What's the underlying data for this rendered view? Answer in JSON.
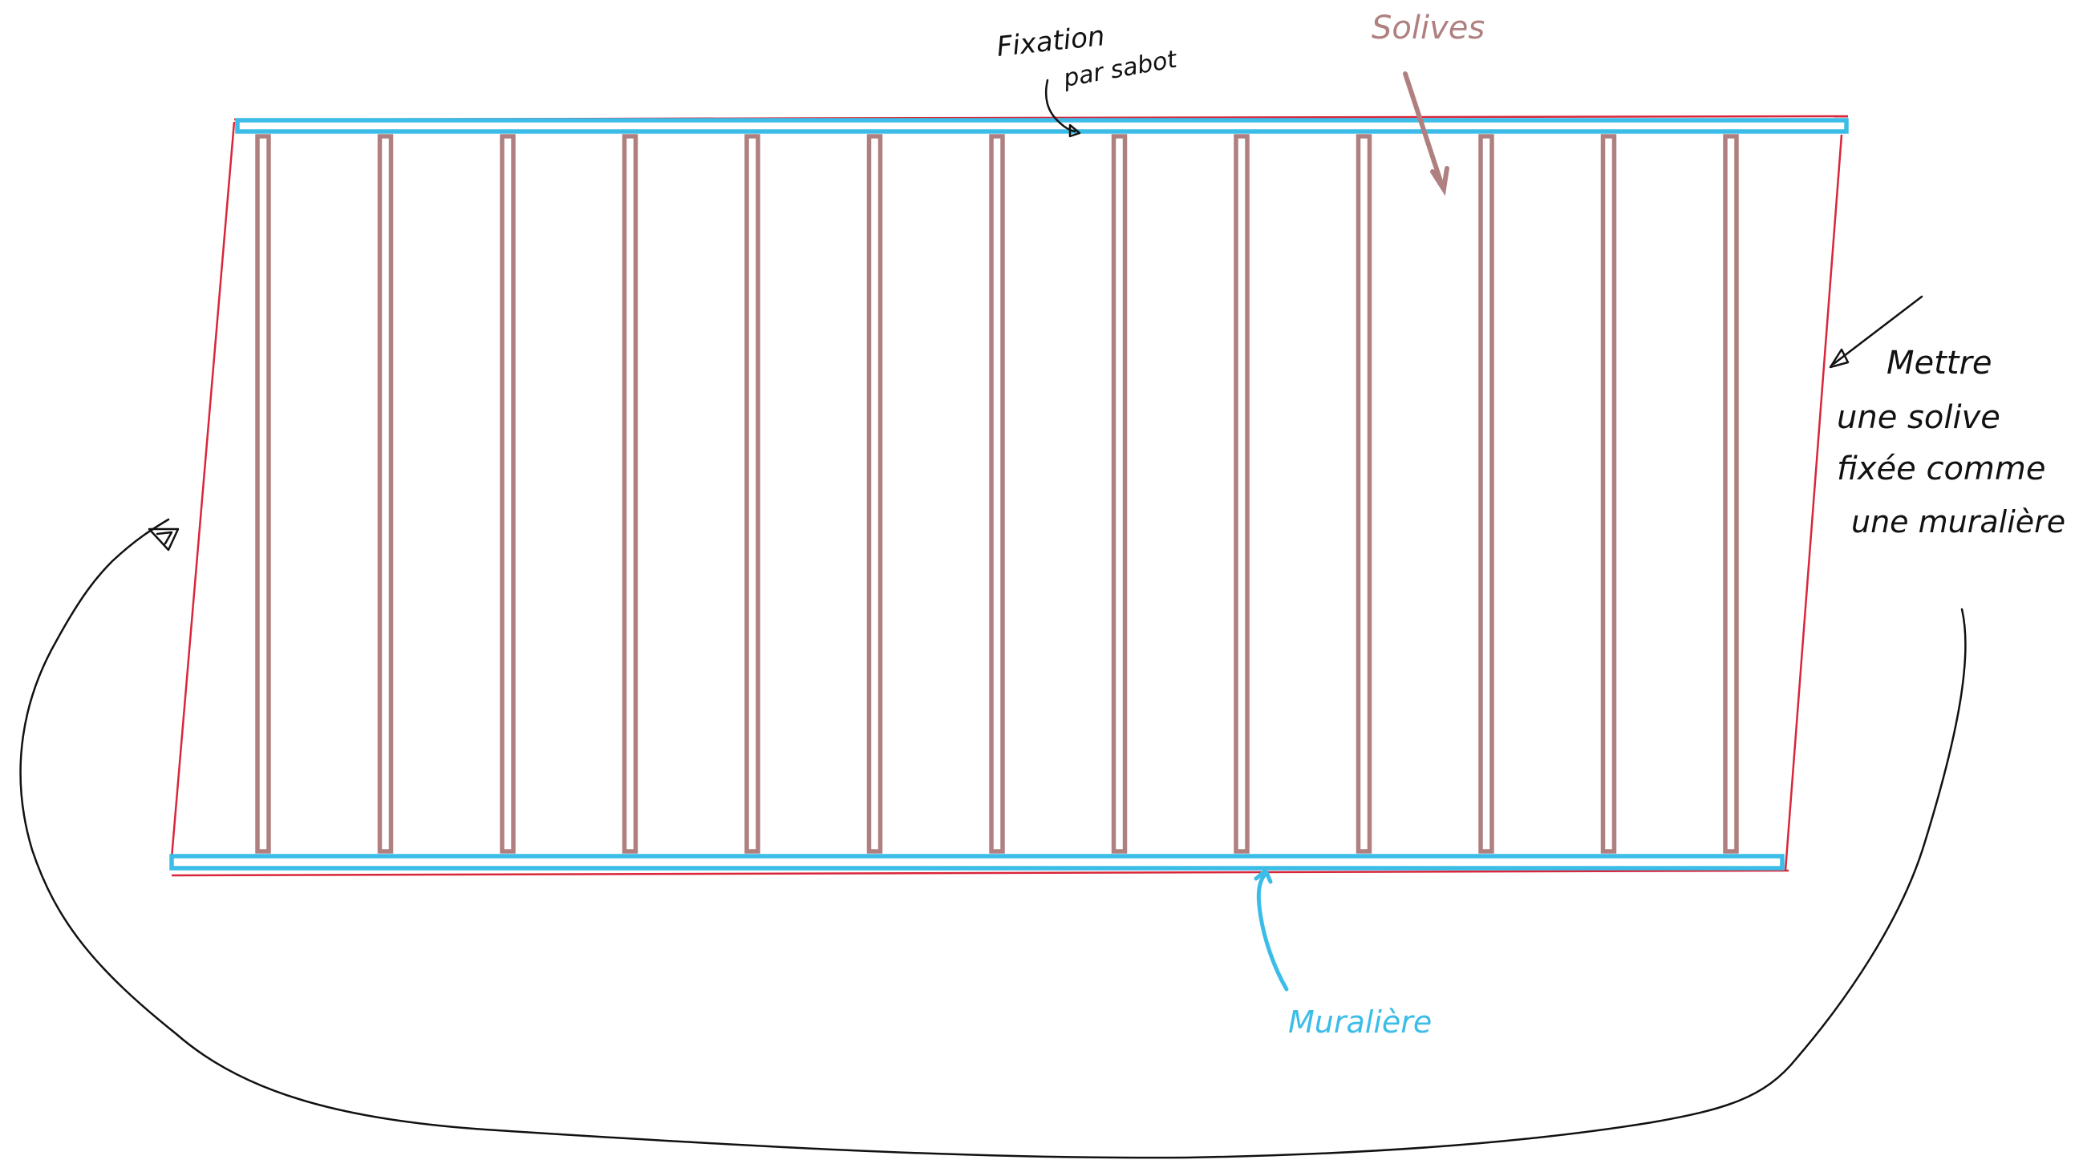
{
  "labels": {
    "fixing": {
      "line1": "Fixation",
      "line2": "par sabot"
    },
    "joists_label": "Solives",
    "ledger_label": "Muralière",
    "note": {
      "line1": "Mettre",
      "line2": "une solive",
      "line3": "fixée comme",
      "line4": "une muralière"
    }
  },
  "colors": {
    "frame": "#d8263a",
    "ledger": "#3bbde8",
    "joist": "#b08080",
    "ink": "#111111"
  },
  "joist_count": 13
}
